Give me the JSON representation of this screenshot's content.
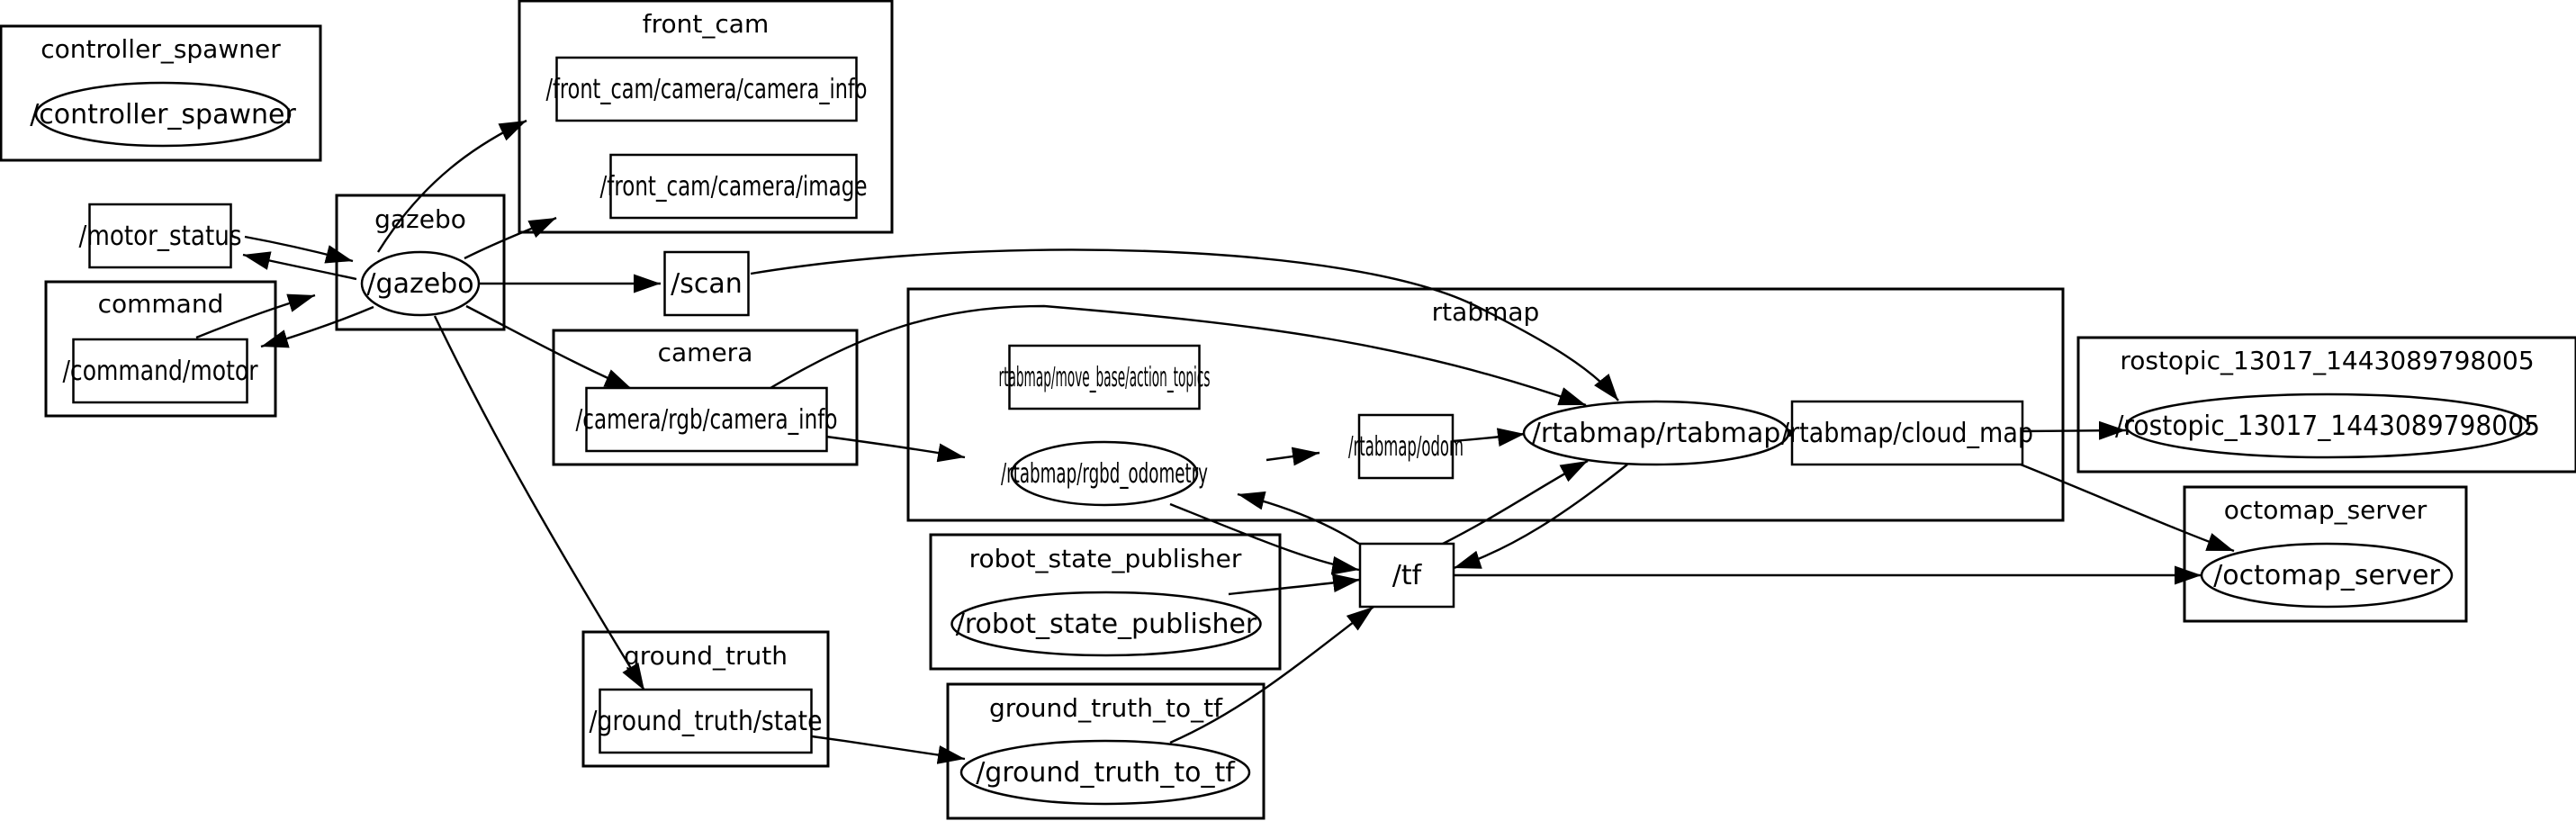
{
  "diagram": {
    "type": "ros_node_topic_graph",
    "colors": {
      "stroke": "#000000",
      "background": "#ffffff",
      "text": "#000000"
    },
    "clusters": [
      {
        "id": "controller_spawner",
        "label": "controller_spawner"
      },
      {
        "id": "front_cam",
        "label": "front_cam"
      },
      {
        "id": "gazebo",
        "label": "gazebo"
      },
      {
        "id": "command",
        "label": "command"
      },
      {
        "id": "camera",
        "label": "camera"
      },
      {
        "id": "rtabmap",
        "label": "rtabmap"
      },
      {
        "id": "rostopic",
        "label": "rostopic_13017_1443089798005"
      },
      {
        "id": "octomap_server",
        "label": "octomap_server"
      },
      {
        "id": "robot_state_publisher",
        "label": "robot_state_publisher"
      },
      {
        "id": "ground_truth",
        "label": "ground_truth"
      },
      {
        "id": "ground_truth_to_tf",
        "label": "ground_truth_to_tf"
      }
    ],
    "nodes": [
      {
        "id": "n_controller_spawner",
        "label": "/controller_spawner",
        "kind": "node"
      },
      {
        "id": "t_front_cam_info",
        "label": "/front_cam/camera/camera_info",
        "kind": "topic"
      },
      {
        "id": "t_front_cam_image",
        "label": "/front_cam/camera/image",
        "kind": "topic"
      },
      {
        "id": "t_motor_status",
        "label": "/motor_status",
        "kind": "topic"
      },
      {
        "id": "n_gazebo",
        "label": "/gazebo",
        "kind": "node"
      },
      {
        "id": "t_command_motor",
        "label": "/command/motor",
        "kind": "topic"
      },
      {
        "id": "t_scan",
        "label": "/scan",
        "kind": "topic"
      },
      {
        "id": "t_camera_info",
        "label": "/camera/rgb/camera_info",
        "kind": "topic"
      },
      {
        "id": "t_action_topics",
        "label": "rtabmap/move_base/action_topics",
        "kind": "topic"
      },
      {
        "id": "n_rgbd_odometry",
        "label": "/rtabmap/rgbd_odometry",
        "kind": "node"
      },
      {
        "id": "t_odom",
        "label": "/rtabmap/odom",
        "kind": "topic"
      },
      {
        "id": "n_rtabmap",
        "label": "/rtabmap/rtabmap",
        "kind": "node"
      },
      {
        "id": "t_cloud_map",
        "label": "/rtabmap/cloud_map",
        "kind": "topic"
      },
      {
        "id": "n_rostopic",
        "label": "/rostopic_13017_1443089798005",
        "kind": "node"
      },
      {
        "id": "n_octomap_server",
        "label": "/octomap_server",
        "kind": "node"
      },
      {
        "id": "t_tf",
        "label": "/tf",
        "kind": "topic"
      },
      {
        "id": "n_robot_state_publisher",
        "label": "/robot_state_publisher",
        "kind": "node"
      },
      {
        "id": "t_ground_truth_state",
        "label": "/ground_truth/state",
        "kind": "topic"
      },
      {
        "id": "n_ground_truth_to_tf",
        "label": "/ground_truth_to_tf",
        "kind": "node"
      }
    ],
    "edges": [
      {
        "from": "t_motor_status",
        "to": "n_gazebo"
      },
      {
        "from": "n_gazebo",
        "to": "t_motor_status"
      },
      {
        "from": "t_command_motor",
        "to": "n_gazebo"
      },
      {
        "from": "n_gazebo",
        "to": "t_command_motor"
      },
      {
        "from": "n_gazebo",
        "to": "t_front_cam_info"
      },
      {
        "from": "n_gazebo",
        "to": "t_front_cam_image"
      },
      {
        "from": "n_gazebo",
        "to": "t_scan"
      },
      {
        "from": "n_gazebo",
        "to": "t_camera_info"
      },
      {
        "from": "n_gazebo",
        "to": "t_ground_truth_state"
      },
      {
        "from": "t_scan",
        "to": "n_rtabmap"
      },
      {
        "from": "t_camera_info",
        "to": "n_rtabmap"
      },
      {
        "from": "t_camera_info",
        "to": "n_rgbd_odometry"
      },
      {
        "from": "n_rgbd_odometry",
        "to": "t_odom"
      },
      {
        "from": "t_odom",
        "to": "n_rtabmap"
      },
      {
        "from": "n_rtabmap",
        "to": "t_cloud_map"
      },
      {
        "from": "t_cloud_map",
        "to": "n_rostopic"
      },
      {
        "from": "t_cloud_map",
        "to": "n_octomap_server"
      },
      {
        "from": "n_rgbd_odometry",
        "to": "t_tf"
      },
      {
        "from": "t_tf",
        "to": "n_rgbd_odometry"
      },
      {
        "from": "t_tf",
        "to": "n_rtabmap"
      },
      {
        "from": "n_rtabmap",
        "to": "t_tf"
      },
      {
        "from": "t_tf",
        "to": "n_octomap_server"
      },
      {
        "from": "n_robot_state_publisher",
        "to": "t_tf"
      },
      {
        "from": "n_ground_truth_to_tf",
        "to": "t_tf"
      },
      {
        "from": "t_ground_truth_state",
        "to": "n_ground_truth_to_tf"
      }
    ]
  }
}
